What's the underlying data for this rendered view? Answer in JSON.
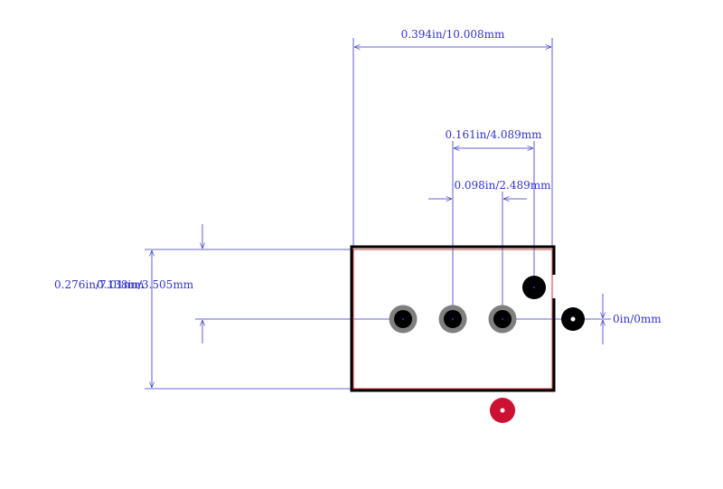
{
  "colors": {
    "dimension": "#3333cc",
    "outline": "#000000",
    "courtyard": "#cc3333",
    "pad_ring": "#7f7f7f",
    "pad_core": "#000000",
    "marker": "#cc1133"
  },
  "labels": {
    "overall_width": "0.394in/10.008mm",
    "pin_span": "0.161in/4.089mm",
    "pitch": "0.098in/2.489mm",
    "height_overlap": "0.276in/7.01mm",
    "height_overlap_b": "0.138in/3.505mm",
    "offset": "0in/0mm"
  }
}
